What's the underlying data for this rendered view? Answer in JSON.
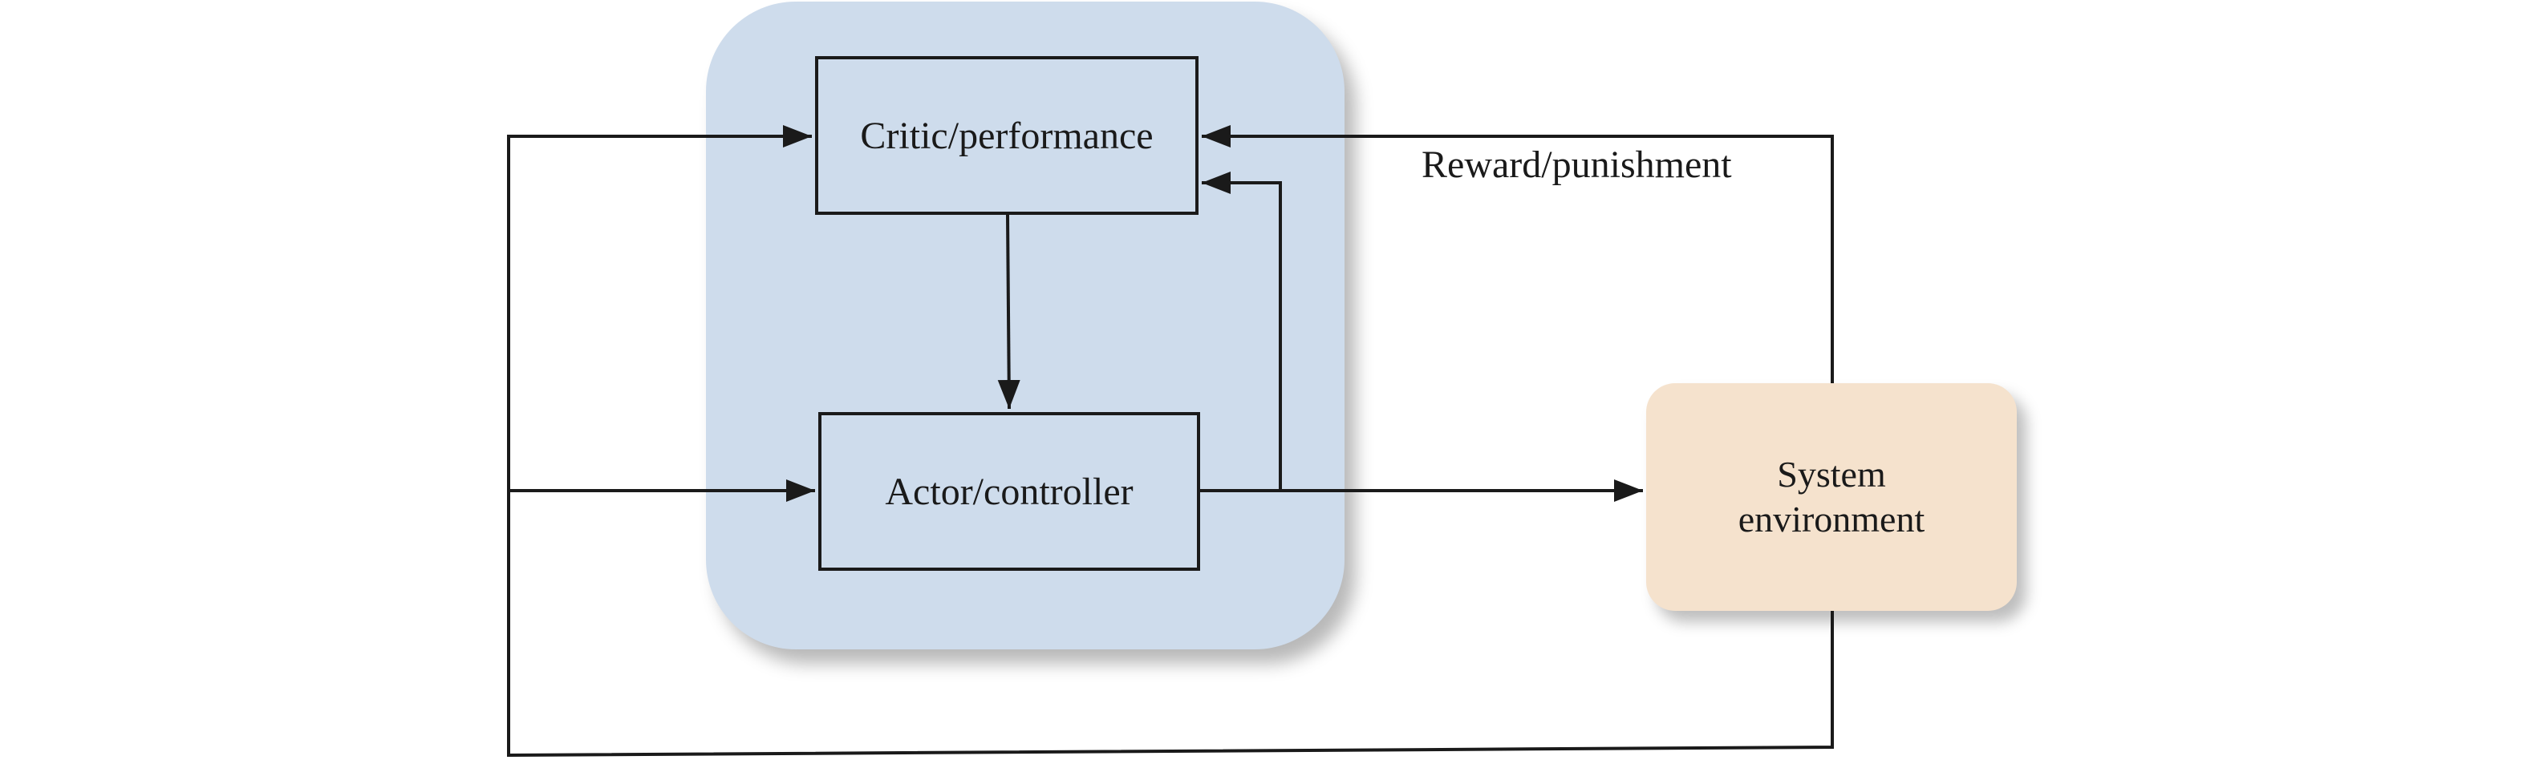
{
  "diagram": {
    "critic_label": "Critic/performance",
    "actor_label": "Actor/controller",
    "environment_label": "System\nenvironment",
    "reward_label": "Reward/punishment"
  },
  "colors": {
    "agent_panel": "#cedcec",
    "environment_box": "#f5e2cd",
    "line": "#1a1a1a"
  },
  "edges": [
    {
      "from": "environment",
      "to": "critic",
      "label": "Reward/punishment"
    },
    {
      "from": "critic",
      "to": "actor"
    },
    {
      "from": "actor",
      "to": "critic"
    },
    {
      "from": "actor",
      "to": "environment"
    },
    {
      "from": "environment",
      "to": "critic"
    },
    {
      "from": "environment",
      "to": "actor"
    }
  ]
}
